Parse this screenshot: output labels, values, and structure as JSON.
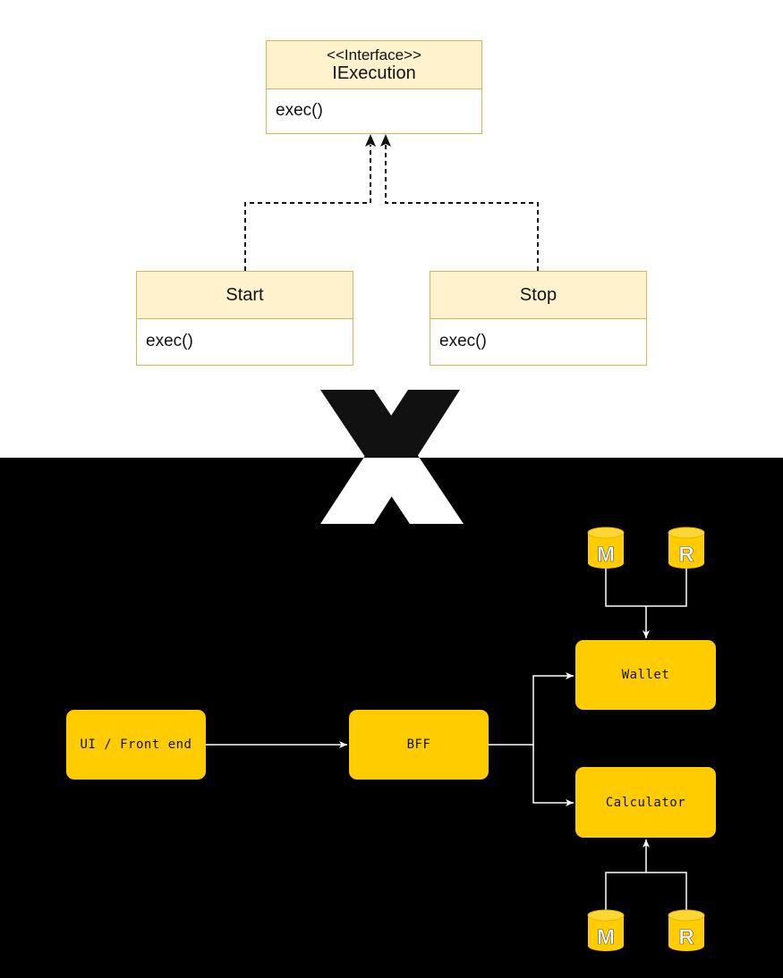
{
  "uml": {
    "interface": {
      "stereotype": "<<Interface>>",
      "name": "IExecution",
      "method": "exec()"
    },
    "start": {
      "name": "Start",
      "method": "exec()"
    },
    "stop": {
      "name": "Stop",
      "method": "exec()"
    }
  },
  "separator": {
    "glyph": "X"
  },
  "architecture": {
    "frontend": "UI / Front end",
    "bff": "BFF",
    "wallet": "Wallet",
    "calculator": "Calculator",
    "db_labels": {
      "m": "M",
      "r": "R"
    }
  },
  "colors": {
    "accent": "#ffcc00",
    "uml_fill": "#fff2cc",
    "uml_border": "#d6b656",
    "background_bottom": "#000000"
  }
}
